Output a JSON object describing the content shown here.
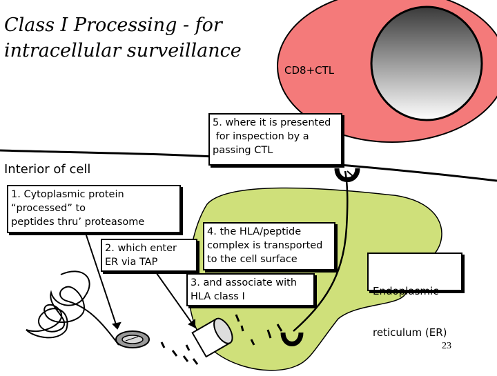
{
  "title": {
    "line1": "Class I Processing - for",
    "line2": "intracellular surveillance"
  },
  "labels": {
    "ctl": "CD8+CTL",
    "interior": "Interior of cell",
    "er_line1": "Endoplasmic",
    "er_line2": "reticulum (ER)"
  },
  "steps": {
    "step1": "1. Cytoplasmic protein\n“processed” to\npeptides thru’ proteasome",
    "step2": "2. which enter\nER via TAP",
    "step3": "3. and associate with\nHLA class I",
    "step4": "4. the HLA/peptide\ncomplex is transported\nto the cell surface",
    "step5": "5. where it is presented\n for inspection by a\npassing CTL"
  },
  "page_number": "23",
  "colors": {
    "ctl_cell": "#f47a7a",
    "er": "#cfe07a",
    "outline": "#000000"
  }
}
